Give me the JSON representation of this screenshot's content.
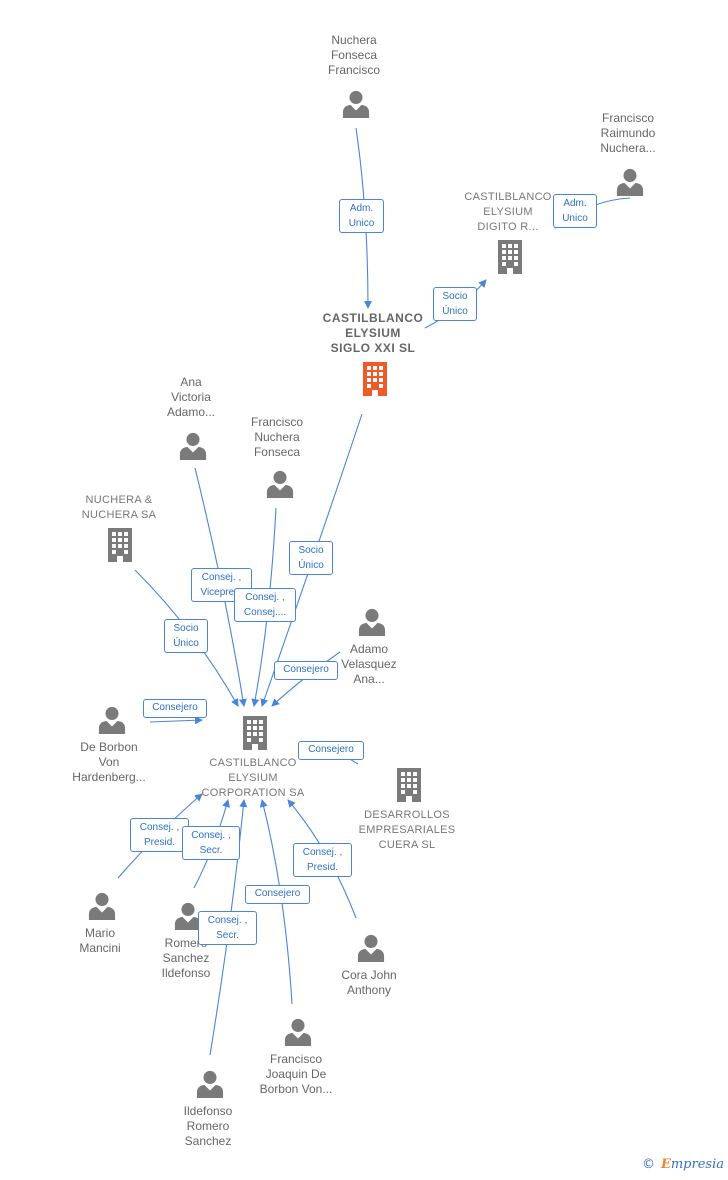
{
  "colors": {
    "edge": "#4a86d8",
    "person": "#7a7a7a",
    "company": "#7a7a7a",
    "highlight": "#f05a28",
    "label": "#666666"
  },
  "nodes": {
    "nuchera_fonseca": {
      "lines": [
        "Nuchera",
        "Fonseca",
        "Francisco"
      ],
      "icon": "person-icon"
    },
    "raimundo": {
      "lines": [
        "Francisco",
        "Raimundo",
        "Nuchera..."
      ],
      "icon": "person-icon"
    },
    "digito": {
      "lines": [
        "CASTILBLANCO",
        "ELYSIUM",
        "DIGITO R..."
      ],
      "icon": "building-icon"
    },
    "siglo": {
      "lines": [
        "CASTILBLANCO",
        "ELYSIUM",
        "SIGLO XXI  SL"
      ],
      "icon": "building-icon"
    },
    "ana": {
      "lines": [
        "Ana",
        "Victoria",
        "Adamo..."
      ],
      "icon": "person-icon"
    },
    "francisco_nf": {
      "lines": [
        "Francisco",
        "Nuchera",
        "Fonseca"
      ],
      "icon": "person-icon"
    },
    "nuchera_sa": {
      "lines": [
        "NUCHERA &",
        "NUCHERA SA"
      ],
      "icon": "building-icon"
    },
    "adamo": {
      "lines": [
        "Adamo",
        "Velasquez",
        "Ana..."
      ],
      "icon": "person-icon"
    },
    "deborbon": {
      "lines": [
        "De Borbon",
        "Von",
        "Hardenberg..."
      ],
      "icon": "person-icon"
    },
    "corporation": {
      "lines": [
        "CASTILBLANCO",
        "ELYSIUM",
        "CORPORATION SA"
      ],
      "icon": "building-icon"
    },
    "desarrollos": {
      "lines": [
        "DESARROLLOS",
        "EMPRESARIALES",
        "CUERA SL"
      ],
      "icon": "building-icon"
    },
    "mario": {
      "lines": [
        "Mario",
        "Mancini"
      ],
      "icon": "person-icon"
    },
    "romero": {
      "lines": [
        "Romero",
        "Sanchez",
        "Ildefonso"
      ],
      "icon": "person-icon"
    },
    "cora": {
      "lines": [
        "Cora John",
        "Anthony"
      ],
      "icon": "person-icon"
    },
    "joaquin": {
      "lines": [
        "Francisco",
        "Joaquin De",
        "Borbon Von..."
      ],
      "icon": "person-icon"
    },
    "ildefonso": {
      "lines": [
        "Ildefonso",
        "Romero",
        "Sanchez"
      ],
      "icon": "person-icon"
    }
  },
  "roles": {
    "adm_unico_1": [
      "Adm.",
      "Unico"
    ],
    "adm_unico_2": [
      "Adm.",
      "Unico"
    ],
    "socio_unico_digito": [
      "Socio",
      "Único"
    ],
    "socio_unico_siglo": [
      "Socio",
      "Único"
    ],
    "socio_unico_nuchera": [
      "Socio",
      "Único"
    ],
    "consej_vicepres": [
      "Consej. ,",
      "Vicepre..."
    ],
    "consej_consej": [
      "Consej. ,",
      "Consej...."
    ],
    "consejero_adamo": [
      "Consejero"
    ],
    "consejero_deborbon": [
      "Consejero"
    ],
    "consejero_desarrollos": [
      "Consejero"
    ],
    "consej_presid_mario": [
      "Consej. ,",
      "Presid."
    ],
    "consej_secr_romero": [
      "Consej. ,",
      "Secr."
    ],
    "consejero_joaquin": [
      "Consejero"
    ],
    "consej_presid_cora": [
      "Consej. ,",
      "Presid."
    ],
    "consej_secr_ildefonso": [
      "Consej. ,",
      "Secr."
    ]
  },
  "brand": {
    "copyright": "©",
    "first_letter": "E",
    "rest": "mpresia"
  }
}
